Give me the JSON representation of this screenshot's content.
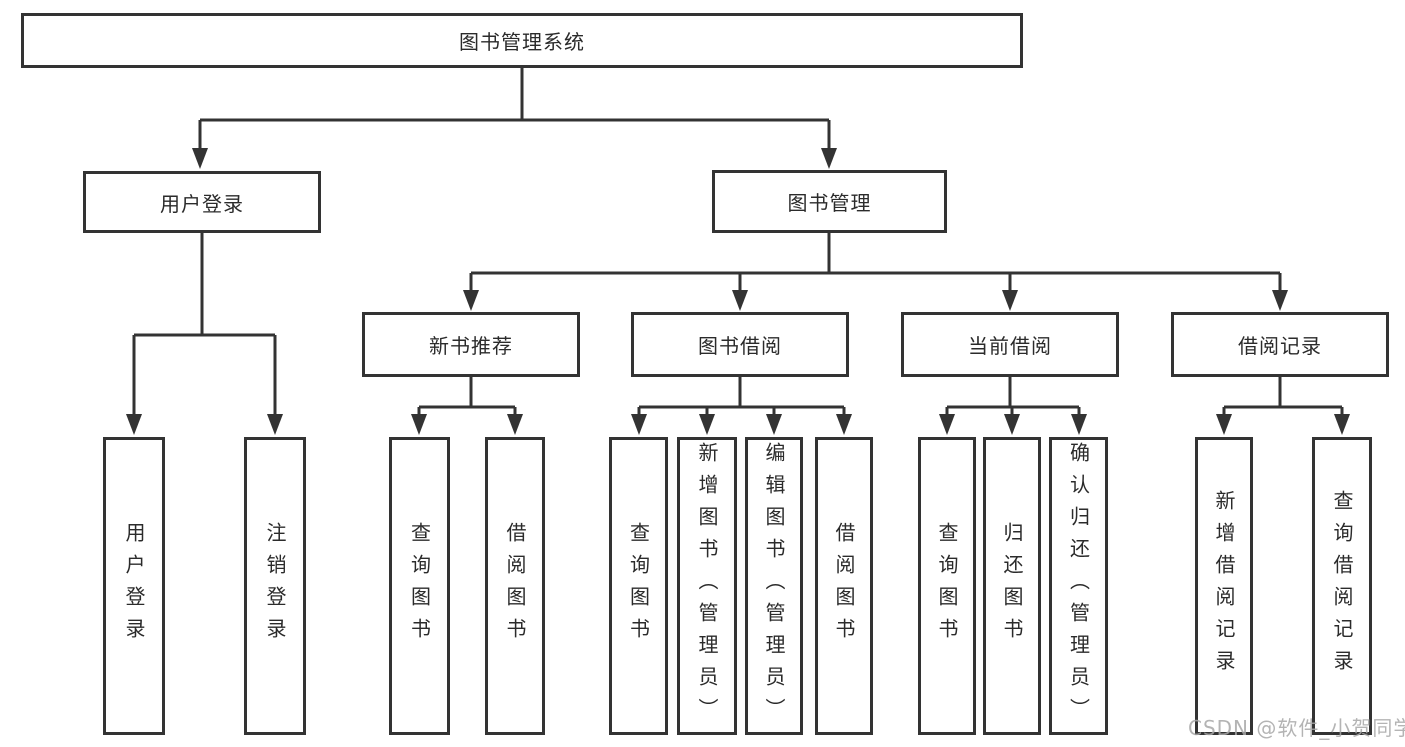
{
  "diagram": {
    "tree": {
      "root": {
        "label": "图书管理系统",
        "children": [
          {
            "label": "用户登录",
            "children": [
              {
                "label": "用户登录"
              },
              {
                "label": "注销登录"
              }
            ]
          },
          {
            "label": "图书管理",
            "children": [
              {
                "label": "新书推荐",
                "children": [
                  {
                    "label": "查询图书"
                  },
                  {
                    "label": "借阅图书"
                  }
                ]
              },
              {
                "label": "图书借阅",
                "children": [
                  {
                    "label": "查询图书"
                  },
                  {
                    "label": "新增图书（管理员）"
                  },
                  {
                    "label": "编辑图书（管理员）"
                  },
                  {
                    "label": "借阅图书"
                  }
                ]
              },
              {
                "label": "当前借阅",
                "children": [
                  {
                    "label": "查询图书"
                  },
                  {
                    "label": "归还图书"
                  },
                  {
                    "label": "确认归还（管理员）"
                  }
                ]
              },
              {
                "label": "借阅记录",
                "children": [
                  {
                    "label": "新增借阅记录"
                  },
                  {
                    "label": "查询借阅记录"
                  }
                ]
              }
            ]
          }
        ]
      }
    }
  },
  "watermark": {
    "text": "CSDN @软件_小贺同学"
  },
  "colors": {
    "line": "#333333",
    "box_border": "#333333",
    "box_fill": "#ffffff",
    "text": "#2b2b2b",
    "watermark": "#a8a8a8",
    "background": "#ffffff"
  }
}
